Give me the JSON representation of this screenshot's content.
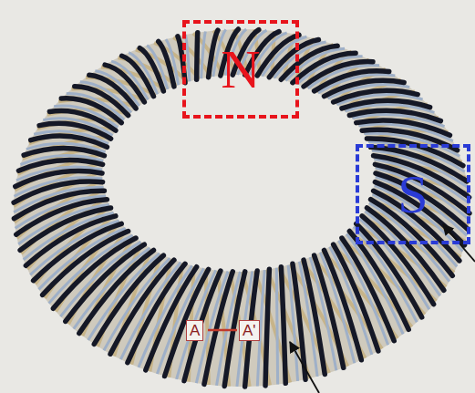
{
  "diagram": {
    "nodes": [
      {
        "text": [
          "N"
        ]
      },
      {
        "text": [
          "S"
        ]
      }
    ],
    "labels": [
      "A",
      "A'"
    ]
  }
}
